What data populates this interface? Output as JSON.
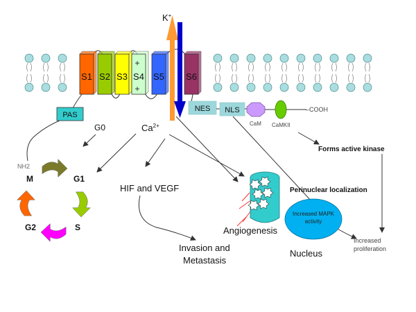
{
  "ion": {
    "base": "K",
    "sup": "+"
  },
  "segments": [
    {
      "label": "S1",
      "color": "#ff6600"
    },
    {
      "label": "S2",
      "color": "#99cc00"
    },
    {
      "label": "S3",
      "color": "#ffff00"
    },
    {
      "label": "S4",
      "color": "#ccffcc"
    },
    {
      "label": "S5",
      "color": "#3366ff"
    },
    {
      "label": "S6",
      "color": "#993366"
    }
  ],
  "s4_charges": [
    "+",
    "+"
  ],
  "domains": {
    "pas": "PAS",
    "nes": "NES",
    "nls": "NLS",
    "cam": "CaM",
    "camkii": "CaMKII",
    "cooh": "COOH",
    "nh2": "NH2"
  },
  "cell_cycle": {
    "g0": "G0",
    "m": "M",
    "g1": "G1",
    "s": "S",
    "g2": "G2"
  },
  "calcium": {
    "base": "Ca",
    "sup": "2+"
  },
  "effects": {
    "hif": "HIF and VEGF",
    "invasion_line1": "Invasion and",
    "invasion_line2": "Metastasis",
    "angiogenesis": "Angiogenesis",
    "perinuclear": "Perinuclear localization",
    "mapk_line1": "Increased MAPK",
    "mapk_line2": "activity",
    "nucleus": "Nucleus",
    "active_kinase": "Forms active kinase",
    "prolif_line1": "Increased",
    "prolif_line2": "proliferation"
  },
  "colors": {
    "membrane_head": "#a9dde0",
    "tag_fill": "#9cd7dc",
    "pas_fill": "#33cccc",
    "cam_fill": "#cc99ff",
    "camkii_fill": "#66cc00",
    "nucleus_fill": "#00b0f0",
    "k_arrow_up": "#ff9933",
    "k_arrow_down": "#0000cc",
    "m_arrow": "#7a7a2a",
    "g1_arrow": "#99cc00",
    "s_arrow": "#ff00ff",
    "g2_arrow": "#ff6600"
  },
  "icons": [
    "membrane-bilayer",
    "potassium-flux-arrows",
    "cell-cycle-arrows",
    "blood-vessel-icon"
  ]
}
